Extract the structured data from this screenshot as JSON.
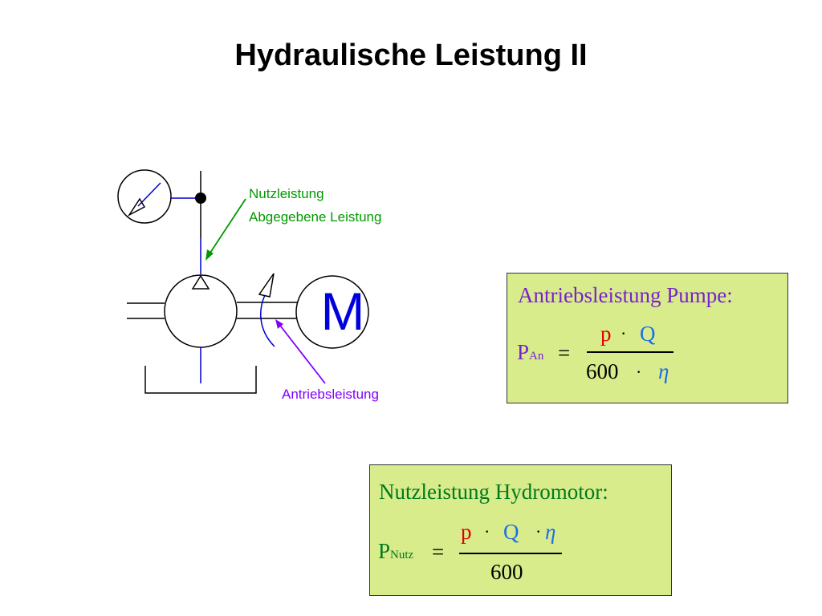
{
  "title": "Hydraulische Leistung II",
  "diagram": {
    "motor_letter": "M",
    "label_nutz_1": "Nutzleistung",
    "label_nutz_2": "Abgegebene Leistung",
    "label_antrieb": "Antriebsleistung"
  },
  "box_pump": {
    "heading": "Antriebsleistung Pumpe:",
    "lhs_symbol": "P",
    "lhs_sub": "An",
    "equals": "=",
    "num_p": "p",
    "num_dot": "·",
    "num_q": "Q",
    "den_600": "600",
    "den_dot": "·",
    "den_eta": "η"
  },
  "box_motor": {
    "heading": "Nutzleistung Hydromotor:",
    "lhs_symbol": "P",
    "lhs_sub": "Nutz",
    "equals": "=",
    "num_p": "p",
    "num_dot1": "·",
    "num_q": "Q",
    "num_dot2": "·",
    "num_eta": "η",
    "den_600": "600"
  },
  "colors": {
    "green": "#009900",
    "purple": "#8000ff",
    "heading_purple": "#7722cc",
    "heading_green": "#007a1f",
    "red": "#e00000",
    "blue": "#1c6fe8",
    "line_blue": "#0000cc",
    "box_fill": "#d9ec8c"
  }
}
